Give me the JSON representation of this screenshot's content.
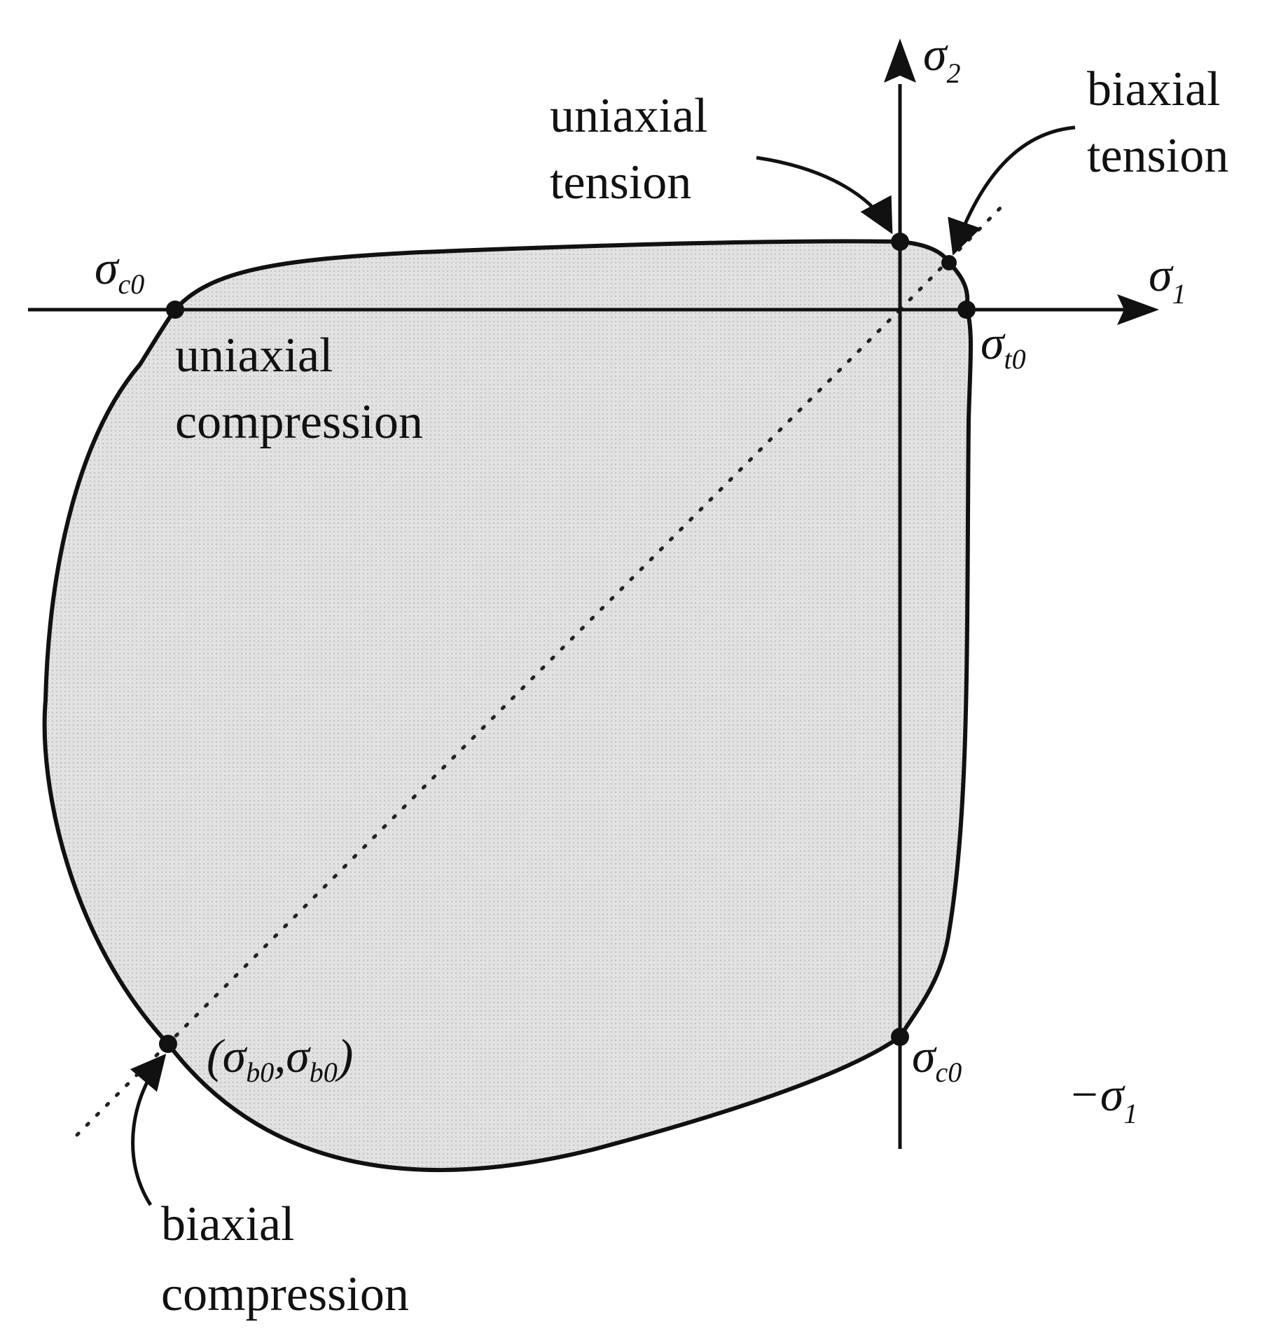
{
  "axes": {
    "sigma2_label": {
      "base": "σ",
      "sub": "2"
    },
    "sigma1_label": {
      "base": "σ",
      "sub": "1"
    },
    "neg_sigma1_label": {
      "base": "−σ",
      "sub": "1"
    }
  },
  "points": {
    "sigma_c0_left": {
      "base": "σ",
      "sub": "c0"
    },
    "sigma_t0": {
      "base": "σ",
      "sub": "t0"
    },
    "sigma_c0_bottom": {
      "base": "σ",
      "sub": "c0"
    },
    "sigma_b0_pair": {
      "open": "(σ",
      "sub1": "b0",
      "comma": ",σ",
      "sub2": "b0",
      "close": ")"
    }
  },
  "annotations": {
    "uniaxial_tension": [
      "uniaxial",
      "tension"
    ],
    "biaxial_tension": [
      "biaxial",
      "tension"
    ],
    "uniaxial_compression": [
      "uniaxial",
      "compression"
    ],
    "biaxial_compression": [
      "biaxial",
      "compression"
    ]
  },
  "colors": {
    "fill": "#dcdcdc",
    "ink": "#111111"
  }
}
